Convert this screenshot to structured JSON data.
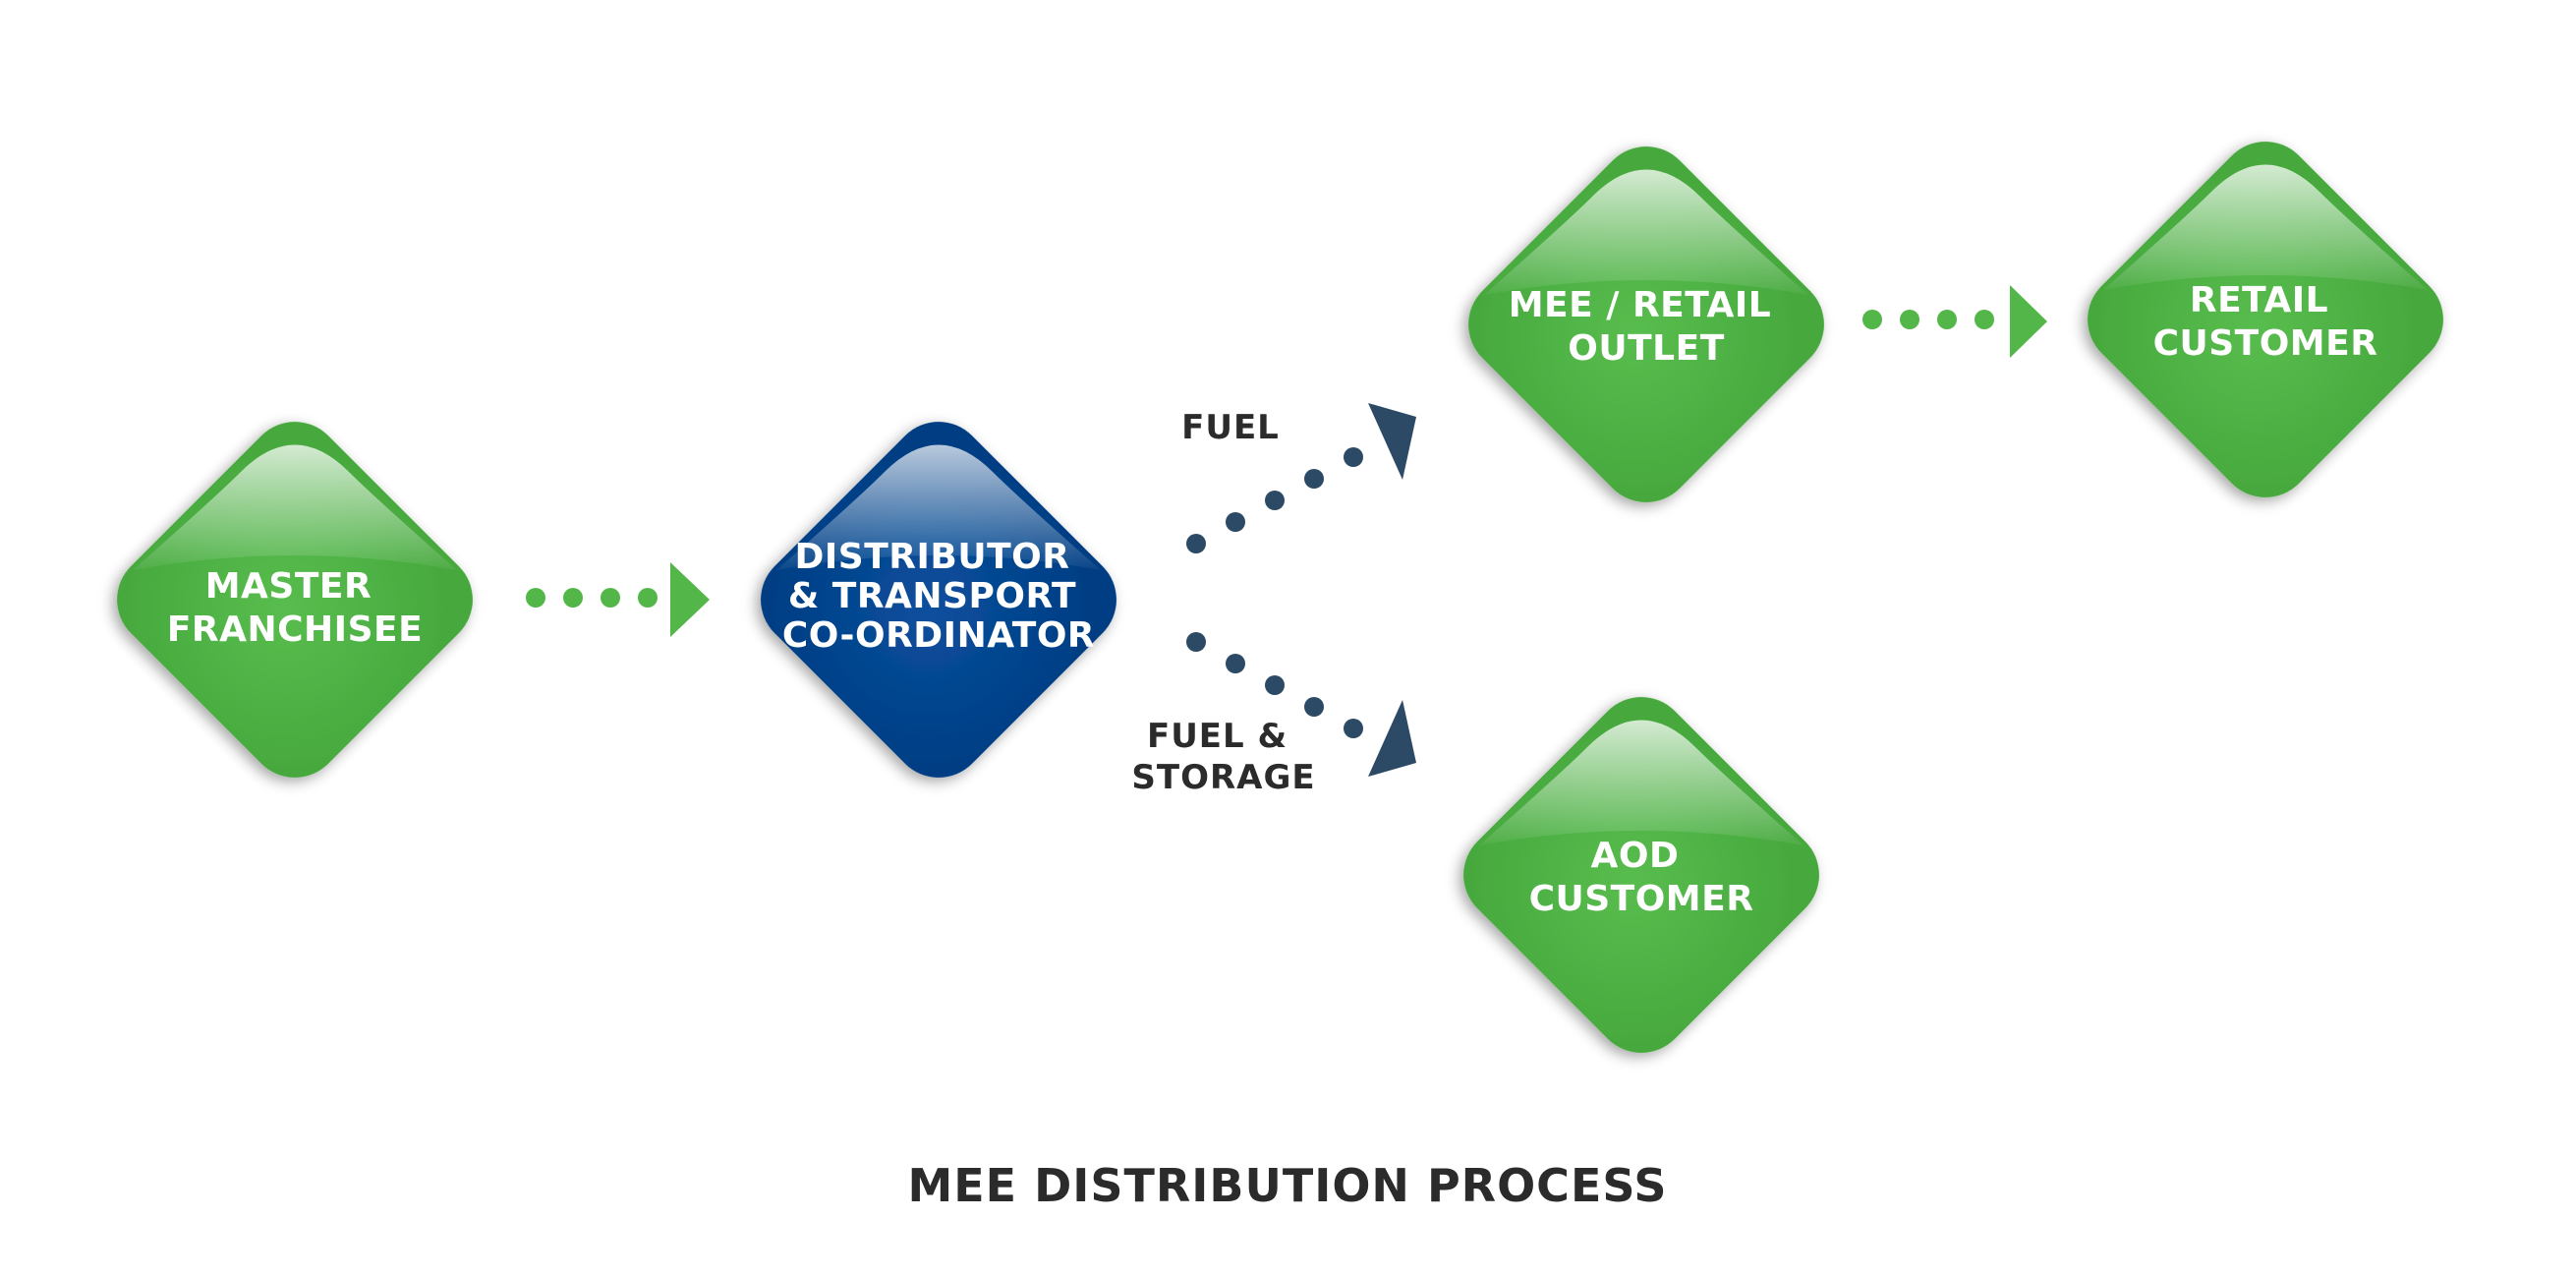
{
  "title": "MEE DISTRIBUTION PROCESS",
  "colors": {
    "node_green": "#52b748",
    "node_blue": "#004592",
    "connector_green": "#52b748",
    "connector_navy": "#2c4a66",
    "text_dark": "#2b2b2b"
  },
  "nodes": {
    "master_franchisee": {
      "line1": "MASTER",
      "line2": "FRANCHISEE"
    },
    "distributor": {
      "line1": "DISTRIBUTOR",
      "line2": "& TRANSPORT",
      "line3": "CO-ORDINATOR"
    },
    "mee_retail_outlet": {
      "line1": "MEE / RETAIL",
      "line2": "OUTLET"
    },
    "retail_customer": {
      "line1": "RETAIL",
      "line2": "CUSTOMER"
    },
    "aod_customer": {
      "line1": "AOD",
      "line2": "CUSTOMER"
    }
  },
  "flows": {
    "fuel": "FUEL",
    "fuel_storage_line1": "FUEL &",
    "fuel_storage_line2": "STORAGE"
  }
}
